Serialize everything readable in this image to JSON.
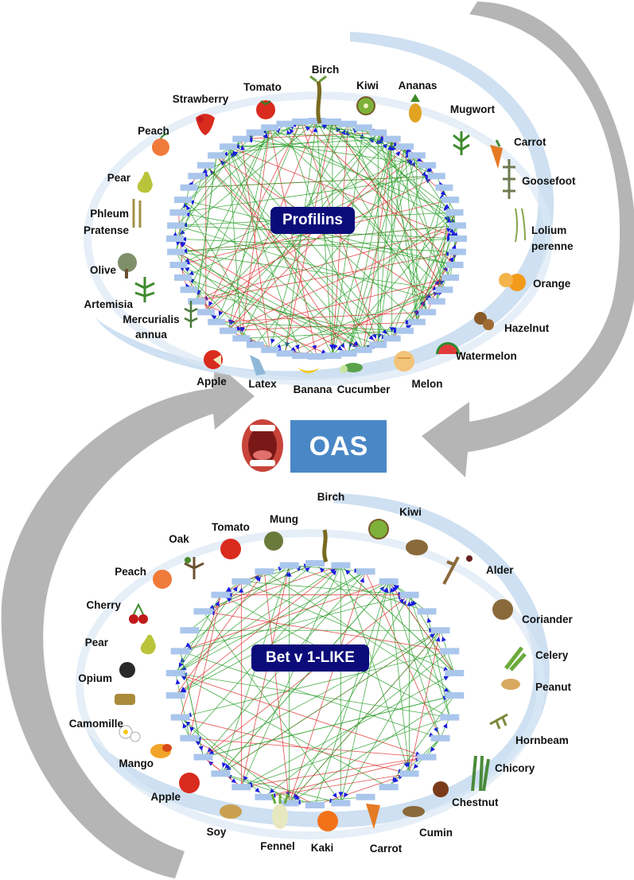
{
  "central": {
    "label": "OAS"
  },
  "profilins": {
    "title": "Profilins",
    "labels": [
      "Birch",
      "Tomato",
      "Kiwi",
      "Ananas",
      "Strawberry",
      "Mugwort",
      "Peach",
      "Carrot",
      "Goosefoot",
      "Pear",
      "Phleum",
      "Pratense",
      "Lolium",
      "perenne",
      "Olive",
      "Orange",
      "Artemisia",
      "Hazelnut",
      "Mercurialis",
      "annua",
      "Watermelon",
      "Apple",
      "Latex",
      "Banana",
      "Cucumber",
      "Melon"
    ]
  },
  "betv1": {
    "title": "Bet v 1-LIKE",
    "labels": [
      "Birch",
      "Mung",
      "Kiwi",
      "Tomato",
      "Oak",
      "Alder",
      "Peach",
      "Coriander",
      "Cherry",
      "Celery",
      "Pear",
      "Peanut",
      "Opium",
      "Hornbeam",
      "Camomille",
      "Chicory",
      "Mango",
      "Chestnut",
      "Apple",
      "Cumin",
      "Soy",
      "Fennel",
      "Kaki",
      "Carrot"
    ]
  },
  "colors": {
    "arrow_gray": "#b5b5b5",
    "ellipse_blue": "#c9ddf0",
    "title_bg": "#0b0c7a",
    "oas_bg": "#4a87c6",
    "edge_green": "#2ca02c",
    "edge_red": "#e03030",
    "arrowhead_blue": "#1a1ae0"
  },
  "icons": [
    "birch-catkin-icon",
    "tomato-icon",
    "kiwi-icon",
    "pineapple-icon",
    "strawberry-icon",
    "mugwort-icon",
    "peach-icon",
    "carrot-icon",
    "pear-icon",
    "olive-branch-icon",
    "orange-icon",
    "hazelnut-icon",
    "watermelon-icon",
    "apple-icon",
    "latex-glove-icon",
    "banana-icon",
    "cucumber-icon",
    "melon-icon",
    "open-mouth-icon",
    "mung-bean-icon",
    "oak-icon",
    "alder-icon",
    "cherry-icon",
    "coriander-icon",
    "celery-icon",
    "peanut-icon",
    "opium-seed-icon",
    "hornbeam-icon",
    "camomille-icon",
    "chicory-icon",
    "mango-icon",
    "chestnut-icon",
    "soy-icon",
    "fennel-icon",
    "kaki-icon",
    "cumin-icon"
  ]
}
